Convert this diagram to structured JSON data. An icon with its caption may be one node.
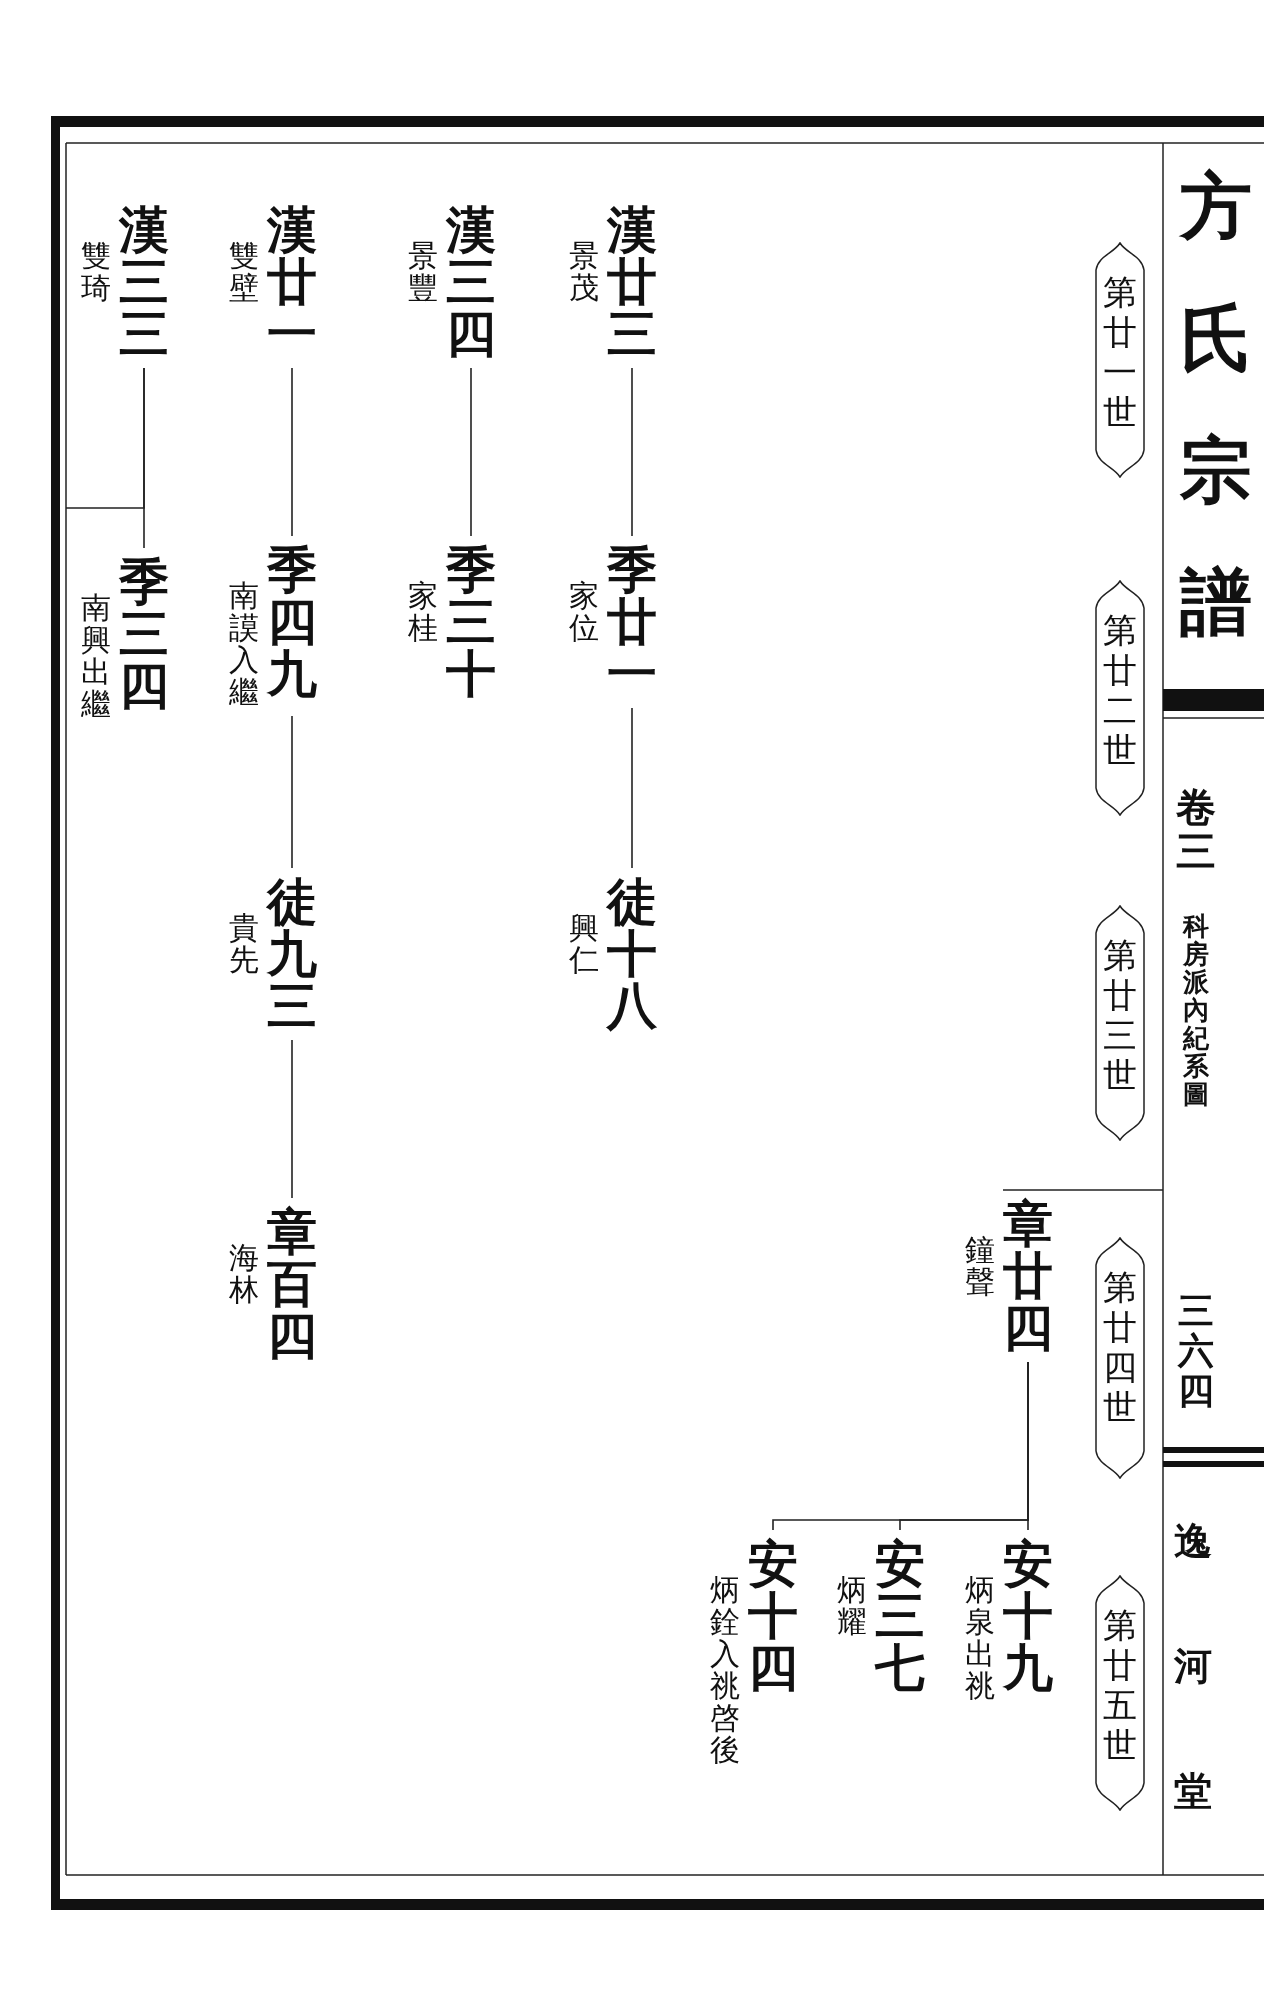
{
  "diagram": {
    "title": "方氏宗譜",
    "nodes": [
      {
        "text": [
          "第廿一世"
        ]
      },
      {
        "text": [
          "第廿二世"
        ]
      },
      {
        "text": [
          "第廿三世"
        ]
      },
      {
        "text": [
          "第廿四世"
        ]
      },
      {
        "text": [
          "第廿五世"
        ]
      },
      {
        "text": [
          "章廿四"
        ],
        "beside": [
          "鐘聲"
        ]
      },
      {
        "text": [
          "安十九"
        ],
        "beside": [
          "炳泉出祧"
        ]
      },
      {
        "text": [
          "安三七"
        ],
        "beside": [
          "炳耀"
        ]
      },
      {
        "text": [
          "安十四"
        ],
        "beside": [
          "炳銓入祧啓後"
        ]
      },
      {
        "text": [
          "漢廿三"
        ],
        "beside": [
          "景茂"
        ]
      },
      {
        "text": [
          "季廿一"
        ],
        "beside": [
          "家位"
        ]
      },
      {
        "text": [
          "徒十八"
        ],
        "beside": [
          "興仁"
        ]
      },
      {
        "text": [
          "漢三四"
        ],
        "beside": [
          "景豐"
        ]
      },
      {
        "text": [
          "季三十"
        ],
        "beside": [
          "家桂"
        ]
      },
      {
        "text": [
          "漢廿一"
        ],
        "beside": [
          "雙壁"
        ]
      },
      {
        "text": [
          "季四九"
        ],
        "beside": [
          "南謨入繼"
        ]
      },
      {
        "text": [
          "徒九三"
        ],
        "beside": [
          "貴先"
        ]
      },
      {
        "text": [
          "章百四"
        ],
        "beside": [
          "海林"
        ]
      },
      {
        "text": [
          "漢三三"
        ],
        "beside": [
          "雙琦"
        ]
      },
      {
        "text": [
          "季三四"
        ],
        "beside": [
          "南興出繼"
        ]
      }
    ],
    "edges": [
      {
        "from": null,
        "to": 5,
        "arrow": "none"
      },
      {
        "from": 5,
        "to": 6,
        "arrow": "none"
      },
      {
        "from": 5,
        "to": 7,
        "arrow": "none"
      },
      {
        "from": 5,
        "to": 8,
        "arrow": "none"
      },
      {
        "from": 9,
        "to": 10,
        "arrow": "none"
      },
      {
        "from": 10,
        "to": 11,
        "arrow": "none"
      },
      {
        "from": 12,
        "to": 13,
        "arrow": "none"
      },
      {
        "from": 14,
        "to": 15,
        "arrow": "none"
      },
      {
        "from": 15,
        "to": 16,
        "arrow": "none"
      },
      {
        "from": 16,
        "to": 17,
        "arrow": "none"
      },
      {
        "from": 18,
        "to": 19,
        "arrow": "none"
      },
      {
        "from": 18,
        "to": null,
        "arrow": "none"
      }
    ],
    "labels": [
      "卷三",
      "科房派內紀系圖",
      "三六四",
      "逸河堂"
    ]
  }
}
